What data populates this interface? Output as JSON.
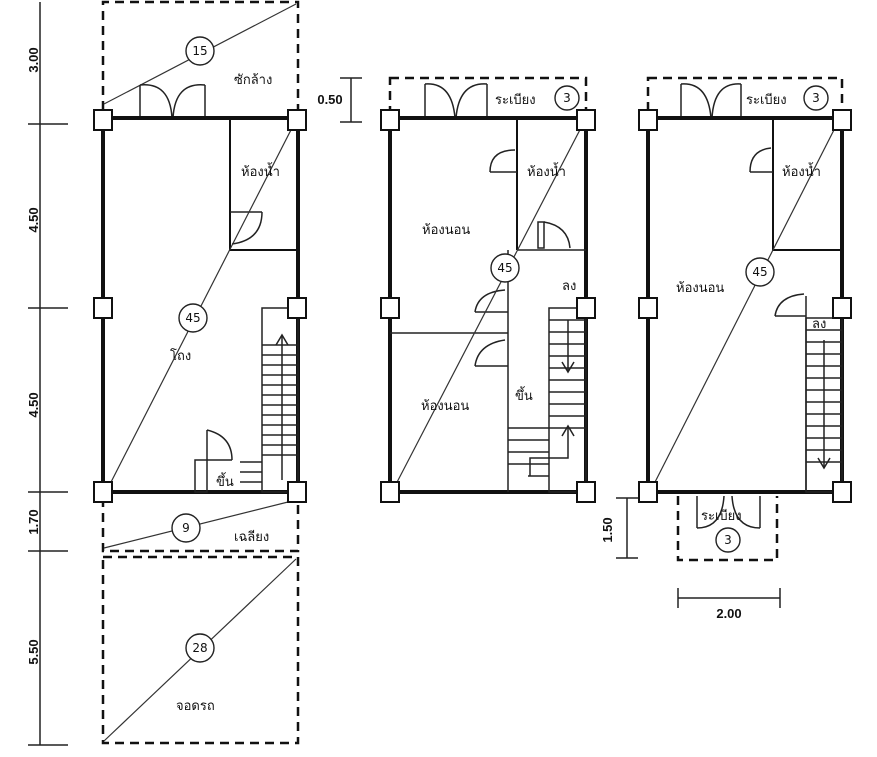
{
  "dimensions": {
    "left_3_00": "3.00",
    "left_4_50_a": "4.50",
    "left_4_50_b": "4.50",
    "left_1_70": "1.70",
    "left_5_50": "5.50",
    "mid_0_50": "0.50",
    "right_1_50": "1.50",
    "right_2_00": "2.00"
  },
  "plan1": {
    "laundry_label": "ซักล้าง",
    "laundry_area": "15",
    "bathroom_label": "ห้องน้ำ",
    "hall_label": "โถง",
    "hall_area": "45",
    "stair_up_label": "ขึ้น",
    "porch_label": "เฉลียง",
    "porch_area": "9",
    "parking_label": "จอดรถ",
    "parking_area": "28"
  },
  "plan2": {
    "balcony_label": "ระเบียง",
    "balcony_area": "3",
    "bathroom_label": "ห้องน้ำ",
    "bedroom1_label": "ห้องนอน",
    "bedroom2_label": "ห้องนอน",
    "area": "45",
    "stair_down_label": "ลง",
    "stair_up_label": "ขึ้น"
  },
  "plan3": {
    "balcony_top_label": "ระเบียง",
    "balcony_top_area": "3",
    "bathroom_label": "ห้องน้ำ",
    "bedroom_label": "ห้องนอน",
    "area": "45",
    "stair_down_label": "ลง",
    "balcony_bottom_label": "ระเบียง",
    "balcony_bottom_area": "3"
  }
}
